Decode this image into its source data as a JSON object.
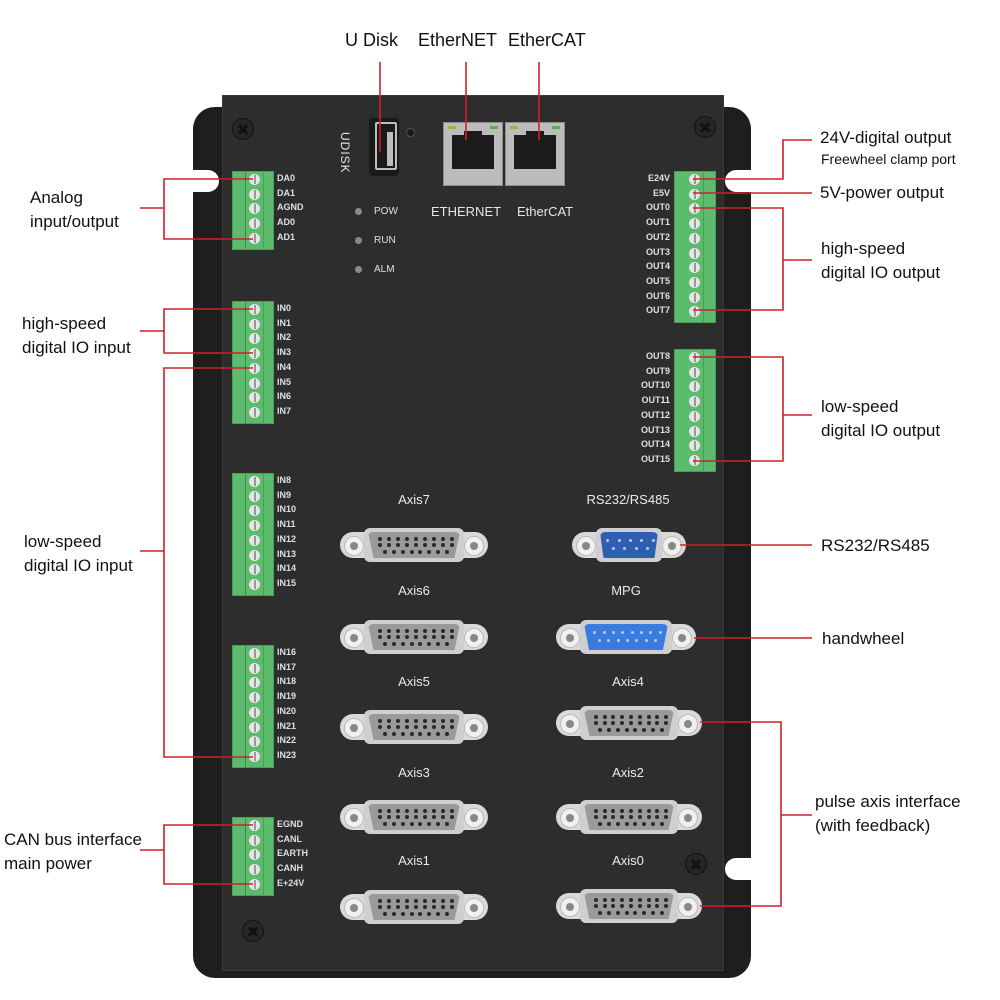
{
  "top_labels": {
    "udisk": "U Disk",
    "ethernet": "EtherNET",
    "ethercat": "EtherCAT"
  },
  "device": {
    "udisk_label": "UDISK",
    "ethernet_port_label": "ETHERNET",
    "ethercat_port_label": "EtherCAT",
    "leds": [
      {
        "label": "POW"
      },
      {
        "label": "RUN"
      },
      {
        "label": "ALM"
      }
    ],
    "terminal_analog": [
      "DA0",
      "DA1",
      "AGND",
      "AD0",
      "AD1"
    ],
    "terminal_in_a": [
      "IN0",
      "IN1",
      "IN2",
      "IN3",
      "IN4",
      "IN5",
      "IN6",
      "IN7"
    ],
    "terminal_in_b": [
      "IN8",
      "IN9",
      "IN10",
      "IN11",
      "IN12",
      "IN13",
      "IN14",
      "IN15"
    ],
    "terminal_in_c": [
      "IN16",
      "IN17",
      "IN18",
      "IN19",
      "IN20",
      "IN21",
      "IN22",
      "IN23"
    ],
    "terminal_power": [
      "EGND",
      "CANL",
      "EARTH",
      "CANH",
      "E+24V"
    ],
    "terminal_out_a": [
      "E24V",
      "E5V",
      "OUT0",
      "OUT1",
      "OUT2",
      "OUT3",
      "OUT4",
      "OUT5",
      "OUT6",
      "OUT7"
    ],
    "terminal_out_b": [
      "OUT8",
      "OUT9",
      "OUT10",
      "OUT11",
      "OUT12",
      "OUT13",
      "OUT14",
      "OUT15"
    ],
    "connectors": {
      "axis7": "Axis7",
      "rs": "RS232/RS485",
      "axis6": "Axis6",
      "mpg": "MPG",
      "axis5": "Axis5",
      "axis4": "Axis4",
      "axis3": "Axis3",
      "axis2": "Axis2",
      "axis1": "Axis1",
      "axis0": "Axis0"
    }
  },
  "annotations": {
    "analog": [
      "Analog",
      "input/output"
    ],
    "hs_input": [
      "high-speed",
      "digital IO input"
    ],
    "ls_input": [
      "low-speed",
      "digital IO input"
    ],
    "can_power": [
      "CAN bus interface",
      "main power"
    ],
    "v24_out": "24V-digital output",
    "v24_sub": "Freewheel clamp port",
    "v5_out": "5V-power output",
    "hs_output": [
      "high-speed",
      "digital IO output"
    ],
    "ls_output": [
      "low-speed",
      "digital IO output"
    ],
    "rs": "RS232/RS485",
    "handwheel": "handwheel",
    "pulse_axis": [
      "pulse axis interface",
      "(with feedback)"
    ]
  },
  "colors": {
    "leader_line": "#d0202a",
    "terminal_green": "#5dbb6e",
    "panel": "#2d2d2d"
  }
}
